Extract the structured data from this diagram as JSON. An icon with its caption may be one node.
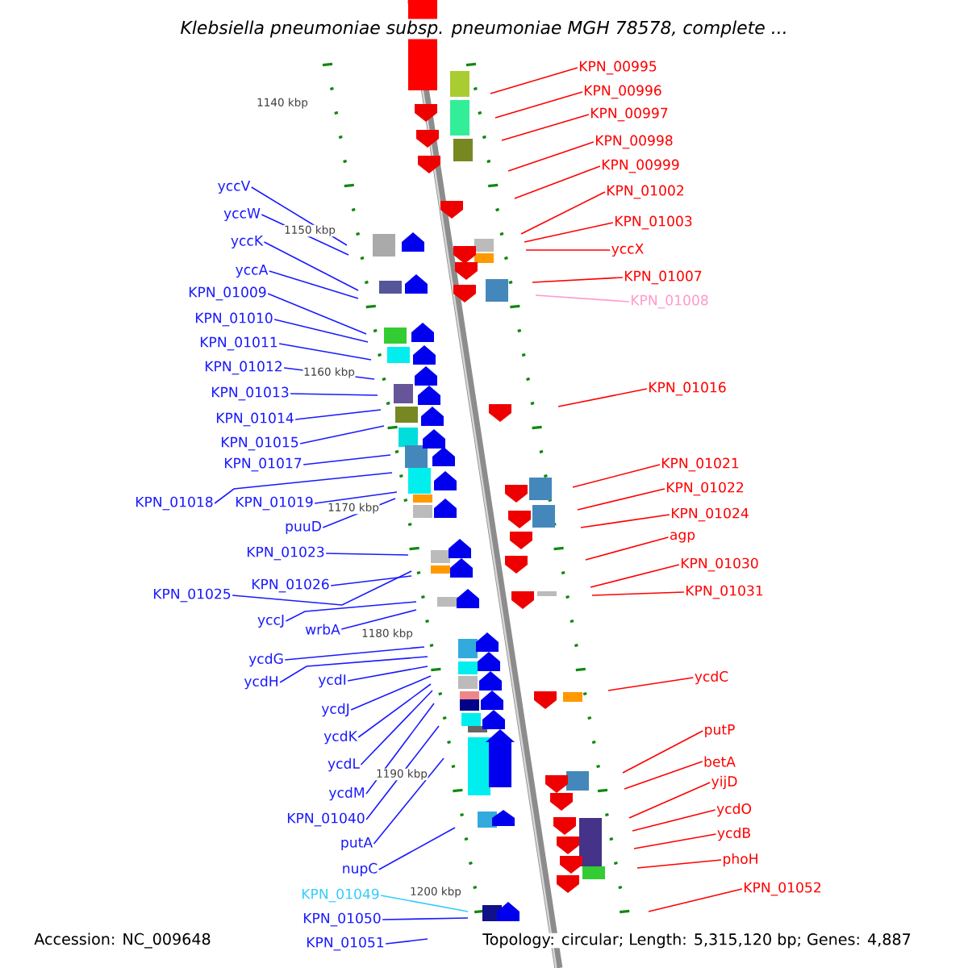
{
  "diagram": {
    "title": "Klebsiella pneumoniae subsp. pneumoniae MGH 78578, complete ...",
    "nodes": [
      {
        "text": [
          "KPN_00995"
        ]
      },
      {
        "text": [
          "KPN_00996"
        ]
      },
      {
        "text": [
          "KPN_00997"
        ]
      },
      {
        "text": [
          "KPN_00998"
        ]
      },
      {
        "text": [
          "KPN_00999"
        ]
      },
      {
        "text": [
          "yccV"
        ]
      },
      {
        "text": [
          "KPN_01002"
        ]
      },
      {
        "text": [
          "yccW"
        ]
      },
      {
        "text": [
          "KPN_01003"
        ]
      },
      {
        "text": [
          "yccK"
        ]
      },
      {
        "text": [
          "yccX"
        ]
      },
      {
        "text": [
          "yccA"
        ]
      },
      {
        "text": [
          "KPN_01007"
        ]
      },
      {
        "text": [
          "KPN_01009"
        ]
      },
      {
        "text": [
          "KPN_01008"
        ]
      },
      {
        "text": [
          "KPN_01010"
        ]
      },
      {
        "text": [
          "KPN_01011"
        ]
      },
      {
        "text": [
          "KPN_01012"
        ]
      },
      {
        "text": [
          "KPN_01016"
        ]
      },
      {
        "text": [
          "KPN_01013"
        ]
      },
      {
        "text": [
          "KPN_01014"
        ]
      },
      {
        "text": [
          "KPN_01015"
        ]
      },
      {
        "text": [
          "KPN_01017"
        ]
      },
      {
        "text": [
          "KPN_01021"
        ]
      },
      {
        "text": [
          "KPN_01022"
        ]
      },
      {
        "text": [
          "KPN_01018"
        ]
      },
      {
        "text": [
          "KPN_01019"
        ]
      },
      {
        "text": [
          "KPN_01024"
        ]
      },
      {
        "text": [
          "puuD"
        ]
      },
      {
        "text": [
          "agp"
        ]
      },
      {
        "text": [
          "KPN_01023"
        ]
      },
      {
        "text": [
          "KPN_01030"
        ]
      },
      {
        "text": [
          "KPN_01026"
        ]
      },
      {
        "text": [
          "KPN_01031"
        ]
      },
      {
        "text": [
          "KPN_01025"
        ]
      },
      {
        "text": [
          "yccJ"
        ]
      },
      {
        "text": [
          "wrbA"
        ]
      },
      {
        "text": [
          "ycdG"
        ]
      },
      {
        "text": [
          "ycdC"
        ]
      },
      {
        "text": [
          "ycdH"
        ]
      },
      {
        "text": [
          "ycdI"
        ]
      },
      {
        "text": [
          "ycdJ"
        ]
      },
      {
        "text": [
          "putP"
        ]
      },
      {
        "text": [
          "ycdK"
        ]
      },
      {
        "text": [
          "betA"
        ]
      },
      {
        "text": [
          "ycdL"
        ]
      },
      {
        "text": [
          "yijD"
        ]
      },
      {
        "text": [
          "ycdM"
        ]
      },
      {
        "text": [
          "ycdO"
        ]
      },
      {
        "text": [
          "KPN_01040"
        ]
      },
      {
        "text": [
          "ycdB"
        ]
      },
      {
        "text": [
          "putA"
        ]
      },
      {
        "text": [
          "phoH"
        ]
      },
      {
        "text": [
          "nupC"
        ]
      },
      {
        "text": [
          "KPN_01052"
        ]
      },
      {
        "text": [
          "KPN_01049"
        ]
      },
      {
        "text": [
          "KPN_01050"
        ]
      },
      {
        "text": [
          "KPN_01051"
        ]
      }
    ],
    "edges": [
      {
        "from": 0,
        "to": null,
        "arrow": "none",
        "color": "#ff0000"
      },
      {
        "from": 1,
        "to": null,
        "arrow": "none",
        "color": "#ff0000"
      },
      {
        "from": 2,
        "to": null,
        "arrow": "none",
        "color": "#ff0000"
      },
      {
        "from": 3,
        "to": null,
        "arrow": "none",
        "color": "#ff0000"
      },
      {
        "from": 4,
        "to": null,
        "arrow": "none",
        "color": "#ff0000"
      },
      {
        "from": 5,
        "to": null,
        "arrow": "none"
      },
      {
        "from": 6,
        "to": null,
        "arrow": "none",
        "color": "#ff0000"
      },
      {
        "from": 7,
        "to": null,
        "arrow": "none"
      },
      {
        "from": 8,
        "to": null,
        "arrow": "none",
        "color": "#ff0000"
      },
      {
        "from": 9,
        "to": null,
        "arrow": "none"
      },
      {
        "from": 10,
        "to": null,
        "arrow": "none",
        "color": "#ff0000"
      },
      {
        "from": 11,
        "to": null,
        "arrow": "none"
      },
      {
        "from": 12,
        "to": null,
        "arrow": "none",
        "color": "#ff0000"
      },
      {
        "from": 13,
        "to": null,
        "arrow": "none"
      },
      {
        "from": 14,
        "to": null,
        "arrow": "none",
        "color": "#ff99cc"
      },
      {
        "from": 15,
        "to": null,
        "arrow": "none"
      },
      {
        "from": 16,
        "to": null,
        "arrow": "none"
      },
      {
        "from": 17,
        "to": null,
        "arrow": "none"
      },
      {
        "from": 18,
        "to": null,
        "arrow": "none",
        "color": "#ff0000"
      },
      {
        "from": 19,
        "to": null,
        "arrow": "none"
      },
      {
        "from": 20,
        "to": null,
        "arrow": "none"
      },
      {
        "from": 21,
        "to": null,
        "arrow": "none"
      },
      {
        "from": 22,
        "to": null,
        "arrow": "none"
      },
      {
        "from": 23,
        "to": null,
        "arrow": "none",
        "color": "#ff0000"
      },
      {
        "from": 24,
        "to": null,
        "arrow": "none",
        "color": "#ff0000"
      },
      {
        "from": 25,
        "to": null,
        "arrow": "none"
      },
      {
        "from": 26,
        "to": null,
        "arrow": "none"
      },
      {
        "from": 27,
        "to": null,
        "arrow": "none",
        "color": "#ff0000"
      },
      {
        "from": 28,
        "to": null,
        "arrow": "none"
      },
      {
        "from": 29,
        "to": null,
        "arrow": "none",
        "color": "#ff0000"
      },
      {
        "from": 30,
        "to": null,
        "arrow": "none"
      },
      {
        "from": 31,
        "to": null,
        "arrow": "none",
        "color": "#ff0000"
      },
      {
        "from": 32,
        "to": null,
        "arrow": "none"
      },
      {
        "from": 33,
        "to": null,
        "arrow": "none",
        "color": "#ff0000"
      },
      {
        "from": 34,
        "to": null,
        "arrow": "none"
      },
      {
        "from": 35,
        "to": null,
        "arrow": "none"
      },
      {
        "from": 36,
        "to": null,
        "arrow": "none"
      },
      {
        "from": 37,
        "to": null,
        "arrow": "none"
      },
      {
        "from": 38,
        "to": null,
        "arrow": "none",
        "color": "#ff0000"
      },
      {
        "from": 39,
        "to": null,
        "arrow": "none"
      },
      {
        "from": 40,
        "to": null,
        "arrow": "none"
      },
      {
        "from": 41,
        "to": null,
        "arrow": "none"
      },
      {
        "from": 42,
        "to": null,
        "arrow": "none",
        "color": "#ff0000"
      },
      {
        "from": 43,
        "to": null,
        "arrow": "none"
      },
      {
        "from": 44,
        "to": null,
        "arrow": "none",
        "color": "#ff0000"
      },
      {
        "from": 45,
        "to": null,
        "arrow": "none"
      },
      {
        "from": 46,
        "to": null,
        "arrow": "none",
        "color": "#ff0000"
      },
      {
        "from": 47,
        "to": null,
        "arrow": "none"
      },
      {
        "from": 48,
        "to": null,
        "arrow": "none",
        "color": "#ff0000"
      },
      {
        "from": 49,
        "to": null,
        "arrow": "none"
      },
      {
        "from": 50,
        "to": null,
        "arrow": "none",
        "color": "#ff0000"
      },
      {
        "from": 51,
        "to": null,
        "arrow": "none"
      },
      {
        "from": 52,
        "to": null,
        "arrow": "none",
        "color": "#ff0000"
      },
      {
        "from": 53,
        "to": null,
        "arrow": "none"
      },
      {
        "from": 54,
        "to": null,
        "arrow": "none",
        "color": "#ff0000"
      },
      {
        "from": 55,
        "to": null,
        "arrow": "none",
        "color": "#33ccff"
      },
      {
        "from": 56,
        "to": null,
        "arrow": "none"
      },
      {
        "from": 57,
        "to": null,
        "arrow": "none"
      }
    ],
    "labels": [
      "1140 kbp",
      "1150 kbp",
      "1160 kbp",
      "1170 kbp",
      "1180 kbp",
      "1190 kbp",
      "1200 kbp",
      "Accession: NC_009648",
      "Topology: circular; Length: 5,315,120 bp; Genes: 4,887"
    ]
  }
}
